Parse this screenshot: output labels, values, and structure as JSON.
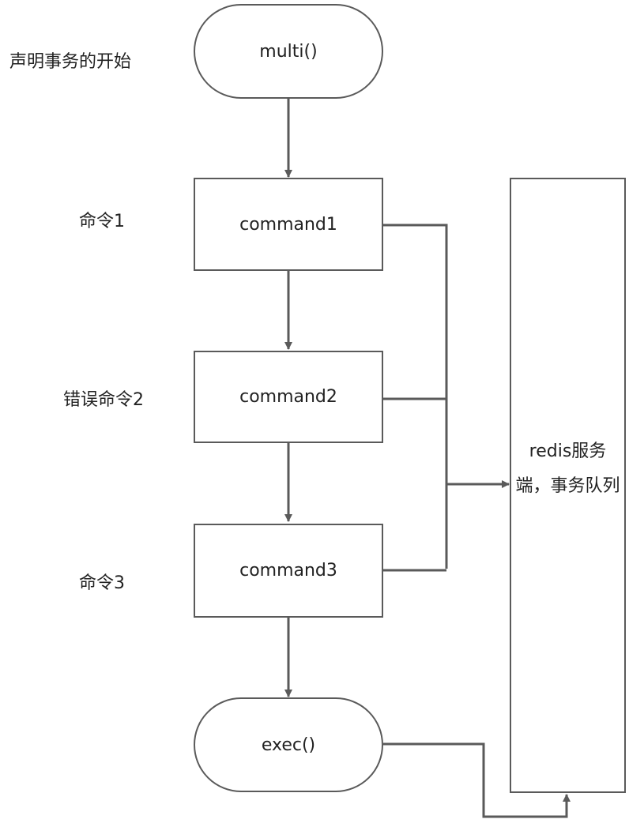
{
  "nodes": {
    "multi": "multi()",
    "command1": "command1",
    "command2": "command2",
    "command3": "command3",
    "exec": "exec()"
  },
  "labels": {
    "transaction_start": "声明事务的开始",
    "command1": "命令1",
    "command2_error": "错误命令2",
    "command3": "命令3"
  },
  "queue": {
    "label": "redis服务端，事务队列"
  },
  "colors": {
    "stroke": "#5a5a5a",
    "text": "#222222"
  }
}
